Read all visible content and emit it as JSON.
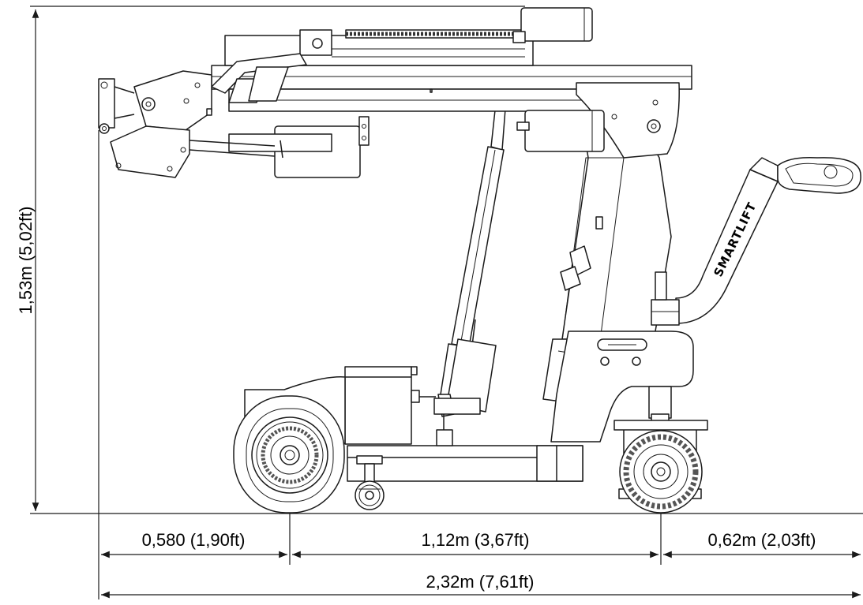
{
  "diagram": {
    "dimensions": {
      "height": "1,53m (5,02ft)",
      "front_overhang": "0,580 (1,90ft)",
      "wheelbase": "1,12m (3,67ft)",
      "rear_overhang": "0,62m (2,03ft)",
      "total_length": "2,32m (7,61ft)"
    },
    "brand_label": "SMARTLIFT",
    "colors": {
      "stroke": "#1a1a1a",
      "fill": "#ffffff",
      "tread": "#555555"
    }
  }
}
